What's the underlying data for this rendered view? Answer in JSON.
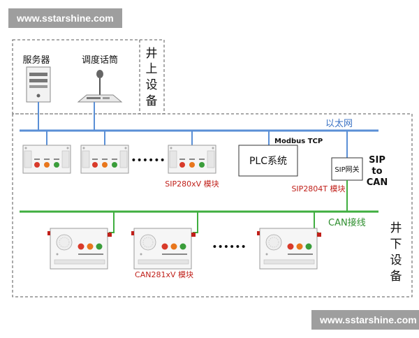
{
  "watermark_top": "www.sstarshine.com",
  "watermark_bottom": "www.sstarshine.com",
  "surface": {
    "title_chars": [
      "井",
      "上",
      "设",
      "备"
    ],
    "server_label": "服务器",
    "dispatch_mic_label": "调度话筒"
  },
  "underground": {
    "title_chars": [
      "井",
      "下",
      "设",
      "备"
    ]
  },
  "ethernet_label": "以太网",
  "modbus_label": "Modbus TCP",
  "plc_label": "PLC系统",
  "sip_gateway_label": "SIP网关",
  "sip_to_can_lines": [
    "SIP",
    "to",
    "CAN"
  ],
  "sip280_module_label": "SIP280xV 模块",
  "sip2804t_module_label": "SIP2804T 模块",
  "can_bus_label": "CAN接线",
  "can281_module_label": "CAN281xV 模块",
  "ellipsis_top": "••••••",
  "ellipsis_bottom": "••••••",
  "colors": {
    "ethernet": "#5a8fd6",
    "can_bus": "#3fae3f",
    "module_label": "#c0201a",
    "button_red": "#d83a2a",
    "button_orange": "#e8761c",
    "button_green": "#3a9d3a"
  }
}
